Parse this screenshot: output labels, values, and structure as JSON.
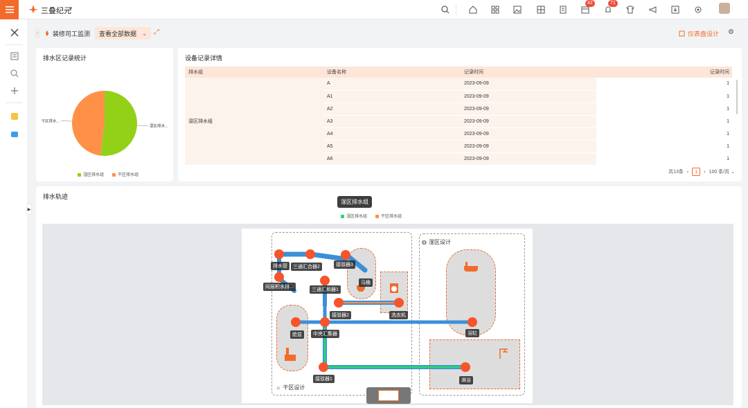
{
  "app": {
    "name": "三叠纪元"
  },
  "topbar": {
    "badges": {
      "calendar": "42",
      "bell": "71"
    }
  },
  "breadcrumb": {
    "tab1": "装修司工监测",
    "tab2": "查看全部数据"
  },
  "toolbar": {
    "design_label": "仪表盘设计"
  },
  "left_card": {
    "title": "排水区记录统计",
    "chart_data": {
      "type": "pie",
      "title": "",
      "labels": [
        "湿区排水组",
        "干区排水组"
      ],
      "values": [
        52,
        48
      ],
      "display_labels": [
        "湿区排水...",
        "干区排水..."
      ],
      "colors": [
        "#92d118",
        "#ff9048"
      ],
      "legend": [
        "湿区排水组",
        "干区排水组"
      ],
      "legend_position": "bottom"
    }
  },
  "table_card": {
    "title": "设备记录详情",
    "columns": [
      "排水组",
      "设备名称",
      "记录时间",
      "记录时间"
    ],
    "group": "湿区排水组",
    "rows": [
      {
        "name": "A",
        "time": "2023-09-09",
        "count": "1"
      },
      {
        "name": "A1",
        "time": "2023-09-09",
        "count": "1"
      },
      {
        "name": "A2",
        "time": "2023-09-09",
        "count": "1"
      },
      {
        "name": "A3",
        "time": "2023-09-09",
        "count": "1"
      },
      {
        "name": "A4",
        "time": "2023-09-09",
        "count": "1"
      },
      {
        "name": "A5",
        "time": "2023-09-09",
        "count": "1"
      },
      {
        "name": "A6",
        "time": "2023-09-09",
        "count": "1"
      }
    ],
    "pager": {
      "total": "共13条",
      "page": "1",
      "size": "100 条/页"
    }
  },
  "track_card": {
    "title": "排水轨迹",
    "tooltip": "湿区排水组",
    "legend": [
      {
        "name": "湿区排水组",
        "color": "#2bd37a"
      },
      {
        "name": "干区排水组",
        "color": "#ff9048"
      }
    ],
    "zones": {
      "dry": "干区设计",
      "wet": "湿区设计"
    },
    "nodes": [
      "排水管",
      "三通汇合器2",
      "接驳器3",
      "同层积水排...",
      "三通汇和器1",
      "马桶",
      "接驳器2",
      "洗衣机",
      "脸盆",
      "中央汇集器",
      "浴缸",
      "接驳器1",
      "淋浴"
    ]
  }
}
